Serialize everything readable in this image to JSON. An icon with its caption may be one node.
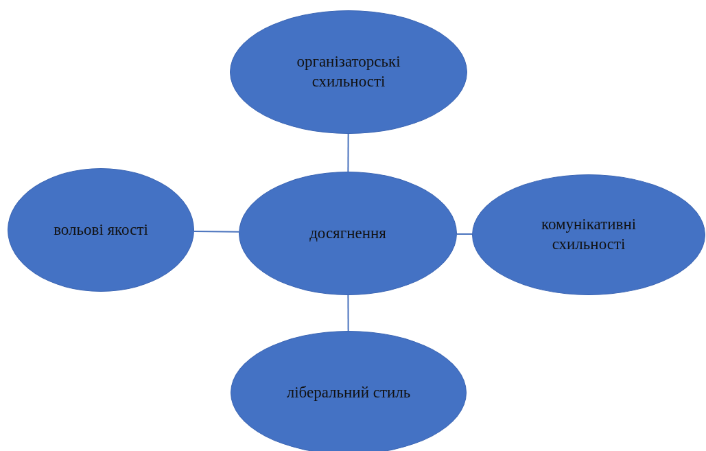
{
  "diagram": {
    "nodes": [
      {
        "text": [
          "організаторські схильності"
        ]
      },
      {
        "text": [
          "вольові якості"
        ]
      },
      {
        "text": [
          "досягнення"
        ]
      },
      {
        "text": [
          "комунікативні схильності"
        ]
      },
      {
        "text": [
          "ліберальний стиль"
        ]
      }
    ],
    "edges": [
      {
        "from": 2,
        "to": 0,
        "arrow": "none"
      },
      {
        "from": 2,
        "to": 1,
        "arrow": "none"
      },
      {
        "from": 2,
        "to": 3,
        "arrow": "none"
      },
      {
        "from": 2,
        "to": 4,
        "arrow": "none"
      }
    ]
  }
}
